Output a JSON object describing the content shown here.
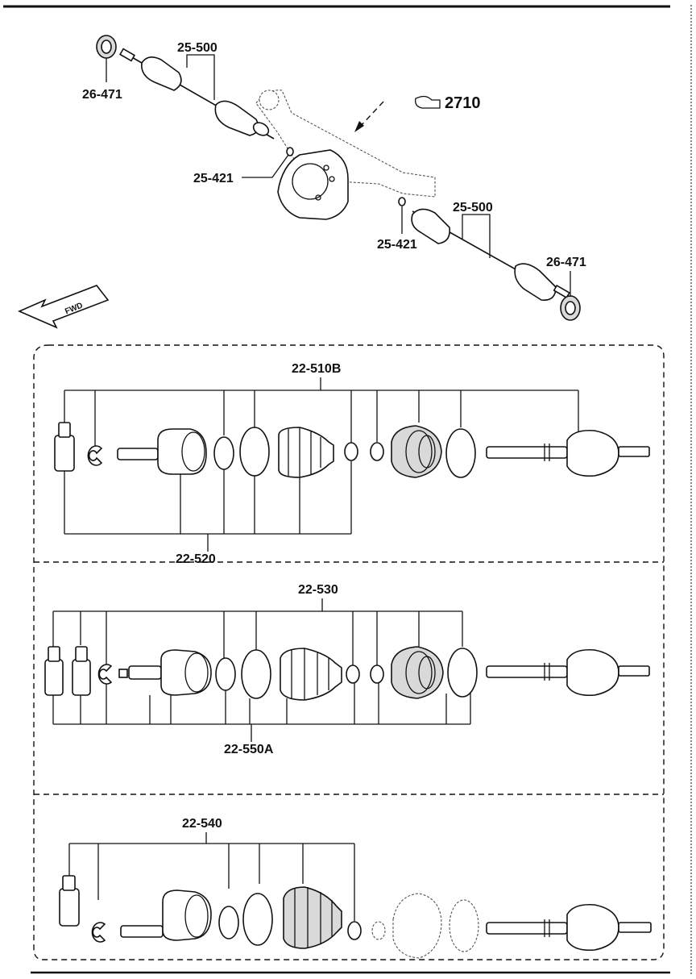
{
  "top_ref": {
    "label": "2710"
  },
  "top_labels": {
    "seal_left": "26-471",
    "shaft_left": "25-500",
    "clip_left": "25-421",
    "clip_right": "25-421",
    "shaft_right": "25-500",
    "seal_right": "26-471"
  },
  "fwd_label": "FWD",
  "kit1": {
    "top": "22-510B",
    "bottom": "22-520"
  },
  "kit2": {
    "top": "22-530",
    "bottom": "22-550A"
  },
  "kit3": {
    "top": "22-540"
  }
}
